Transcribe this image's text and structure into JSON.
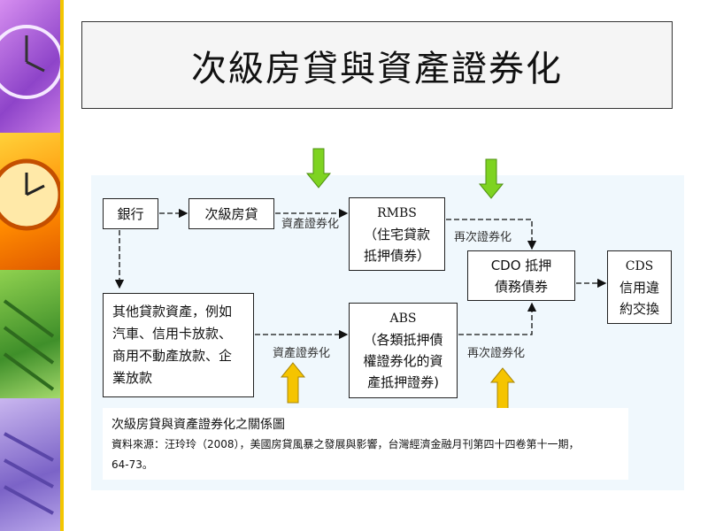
{
  "title": "次級房貸與資產證券化",
  "boxes": {
    "bank": "銀行",
    "subprime": "次級房貸",
    "rmbs": [
      "RMBS",
      "（住宅貸款",
      "抵押債券）"
    ],
    "other_loans": [
      "其他貸款資產，例如",
      "汽車、信用卡放款、",
      "商用不動產放款、企",
      "業放款"
    ],
    "abs": [
      "ABS",
      "（各類抵押債",
      "權證券化的資",
      "產抵押證券)"
    ],
    "cdo": [
      "CDO 抵押",
      "債務債券"
    ],
    "cds": [
      "CDS",
      "信用違",
      "約交換"
    ]
  },
  "labels": {
    "securitize_top": "資產證券化",
    "resecuritize_top": "再次證券化",
    "securitize_bottom": "資產證券化",
    "resecuritize_bottom": "再次證券化"
  },
  "caption": {
    "title": "次級房貸與資產證券化之關係圖",
    "source_line1": "資料來源：汪玲玲（2008），美國房貸風暴之發展與影響，台灣經濟金融月刊第四十四卷第十一期，",
    "source_line2": "64-73。"
  },
  "colors": {
    "arrow_green": "#7ed321",
    "arrow_yellow": "#f5c400",
    "accent_line": "#f3c600"
  }
}
